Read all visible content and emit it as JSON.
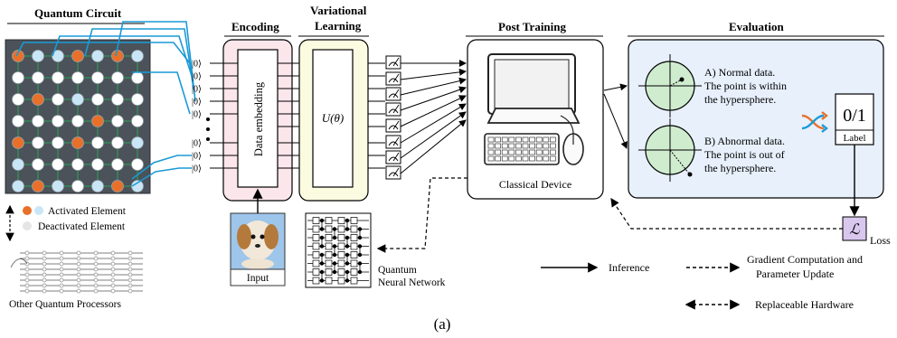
{
  "figure": {
    "caption": "(a)",
    "sections": {
      "quantum_circuit": "Quantum Circuit",
      "encoding": "Encoding",
      "variational": "Variational\nLearning",
      "post_training": "Post Training",
      "evaluation": "Evaluation"
    },
    "legend_hw": {
      "activated": "Activated Element",
      "deactivated": "Deactivated Element",
      "other_processors": "Other Quantum Processors"
    },
    "encoding_block": {
      "data_embedding": "Data embedding",
      "input": "Input",
      "ket": "|0⟩"
    },
    "variational_block": {
      "unitary": "U(θ)",
      "qnn_label": "Quantum\nNeural Network"
    },
    "classical_device": "Classical Device",
    "evaluation_block": {
      "normal": "A) Normal data.\nThe point is within\nthe hypersphere.",
      "abnormal": "B) Abnormal data.\nThe point is out of\nthe hypersphere.",
      "label_value": "0/1",
      "label_caption": "Label"
    },
    "loss": {
      "symbol": "ℒ",
      "text": "Loss"
    },
    "arrow_legend": {
      "inference": "Inference",
      "gradient": "Gradient Computation and\nParameter Update",
      "replaceable": "Replaceable Hardware"
    },
    "colors": {
      "chip_bg": "#4b5259",
      "activated": "#e8702a",
      "deactivated_light_blue": "#c9e6f6",
      "white_qubit": "#ffffff",
      "line_blue": "#1a9ad6",
      "encoding_fill": "#fbe6ec",
      "variational_fill": "#fbfbe2",
      "eval_fill": "#e7f0fb",
      "sphere_fill": "#cfeccf",
      "loss_fill": "#d9c7ee"
    }
  }
}
